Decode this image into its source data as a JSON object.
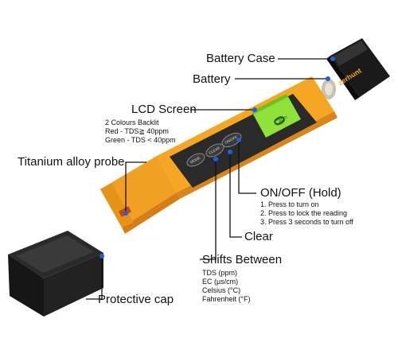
{
  "labels": {
    "battery_case": "Battery Case",
    "battery": "Battery",
    "lcd_screen": "LCD Screen",
    "lcd_notes": [
      "2 Colours Backlit",
      "Red - TDS≧ 40ppm",
      "Green - TDS < 40ppm"
    ],
    "probe": "Titanium alloy probe",
    "onoff": "ON/OFF (Hold)",
    "onoff_notes": [
      "1. Press to turn on",
      "2. Press to lock the reading",
      "3. Press 3 seconds to turn off"
    ],
    "clear": "Clear",
    "shifts": "Shifts Between",
    "shifts_notes": [
      "TDS (ppm)",
      "EC (µs/cm)",
      "Celsius (°C)",
      "Fahrenheit (°F)"
    ],
    "protective_cap": "Protective cap"
  },
  "device": {
    "brand": "zerhunt",
    "lcd_reading": "0",
    "lcd_unit": "ppm",
    "btn_onoff": "ON/OFF\nHOLD",
    "btn_clear": "CLEAR",
    "btn_mode": "MODE"
  },
  "colors": {
    "body": "#f5a623",
    "body_dark": "#d8861a",
    "panel": "#2a2a2a",
    "lcd": "#8fe23a",
    "cap": "#262626",
    "marker": "#1f5fe0"
  }
}
